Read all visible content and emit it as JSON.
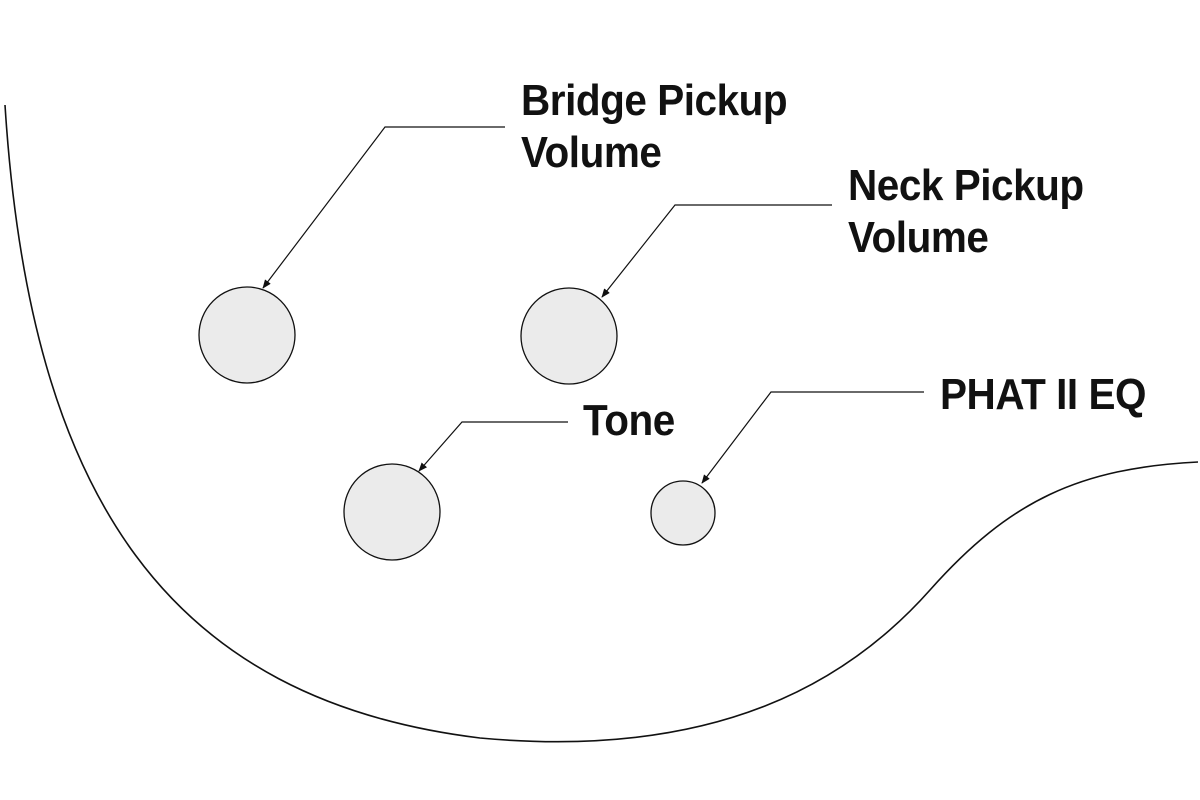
{
  "labels": {
    "bridge_volume": {
      "line1": "Bridge Pickup",
      "line2": "Volume"
    },
    "neck_volume": {
      "line1": "Neck Pickup",
      "line2": "Volume"
    },
    "tone": {
      "line1": "Tone"
    },
    "phat_eq": {
      "line1": "PHAT II EQ"
    }
  },
  "colors": {
    "outline": "#111111",
    "knob_fill": "#ebebeb",
    "background": "#ffffff"
  }
}
